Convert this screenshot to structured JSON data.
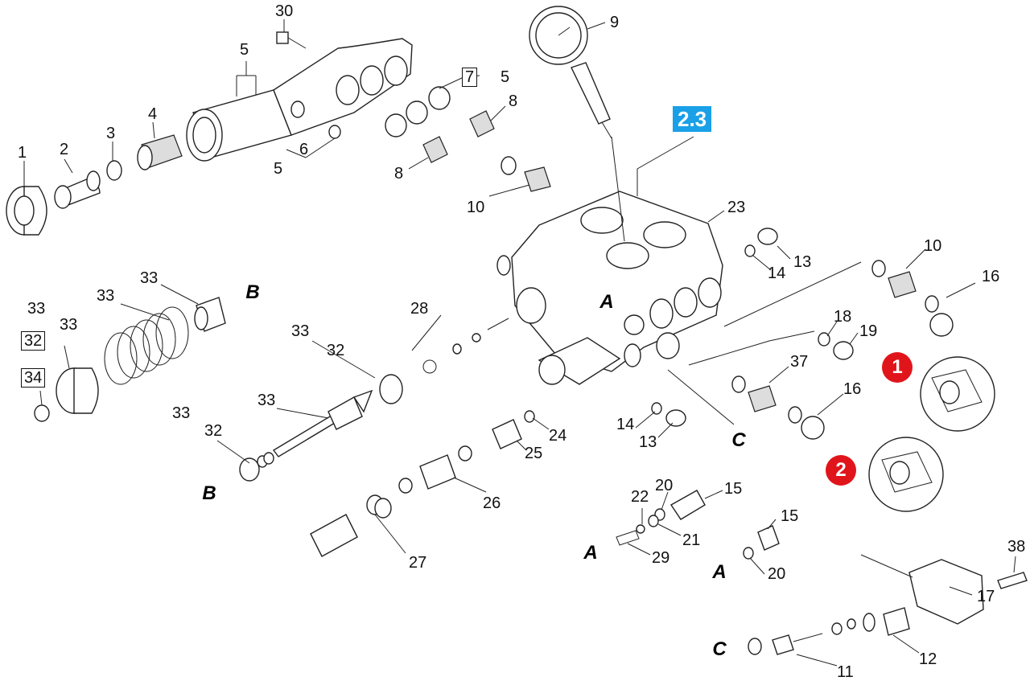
{
  "callouts": [
    {
      "id": "c1",
      "text": "1"
    },
    {
      "id": "c2",
      "text": "2"
    },
    {
      "id": "c3",
      "text": "3"
    },
    {
      "id": "c4",
      "text": "4"
    },
    {
      "id": "c5a",
      "text": "5"
    },
    {
      "id": "c30",
      "text": "30"
    },
    {
      "id": "c6",
      "text": "6"
    },
    {
      "id": "c5b",
      "text": "5"
    },
    {
      "id": "c5c",
      "text": "5"
    },
    {
      "id": "c8a",
      "text": "8"
    },
    {
      "id": "c8b",
      "text": "8"
    },
    {
      "id": "c10a",
      "text": "10"
    },
    {
      "id": "c9",
      "text": "9"
    },
    {
      "id": "c23",
      "text": "23"
    },
    {
      "id": "c13a",
      "text": "13"
    },
    {
      "id": "c14a",
      "text": "14"
    },
    {
      "id": "c10b",
      "text": "10"
    },
    {
      "id": "c16a",
      "text": "16"
    },
    {
      "id": "c18",
      "text": "18"
    },
    {
      "id": "c19",
      "text": "19"
    },
    {
      "id": "c37",
      "text": "37"
    },
    {
      "id": "c16b",
      "text": "16"
    },
    {
      "id": "c33a",
      "text": "33"
    },
    {
      "id": "c33b",
      "text": "33"
    },
    {
      "id": "c33c",
      "text": "33"
    },
    {
      "id": "c33d",
      "text": "33"
    },
    {
      "id": "c33e",
      "text": "33"
    },
    {
      "id": "c33f",
      "text": "33"
    },
    {
      "id": "c32a",
      "text": "32"
    },
    {
      "id": "c32c",
      "text": "32"
    },
    {
      "id": "c33g",
      "text": "33"
    },
    {
      "id": "c28",
      "text": "28"
    },
    {
      "id": "c24",
      "text": "24"
    },
    {
      "id": "c25",
      "text": "25"
    },
    {
      "id": "c26",
      "text": "26"
    },
    {
      "id": "c27",
      "text": "27"
    },
    {
      "id": "c14b",
      "text": "14"
    },
    {
      "id": "c13b",
      "text": "13"
    },
    {
      "id": "c22",
      "text": "22"
    },
    {
      "id": "c20a",
      "text": "20"
    },
    {
      "id": "c15a",
      "text": "15"
    },
    {
      "id": "c21",
      "text": "21"
    },
    {
      "id": "c29",
      "text": "29"
    },
    {
      "id": "c15b",
      "text": "15"
    },
    {
      "id": "c20b",
      "text": "20"
    },
    {
      "id": "c38",
      "text": "38"
    },
    {
      "id": "c17",
      "text": "17"
    },
    {
      "id": "c12",
      "text": "12"
    },
    {
      "id": "c11",
      "text": "11"
    }
  ],
  "boxed_callouts": [
    {
      "id": "b7",
      "text": "7"
    },
    {
      "id": "b32",
      "text": "32"
    },
    {
      "id": "b34",
      "text": "34"
    }
  ],
  "connection_refs": [
    {
      "id": "rA1",
      "text": "A"
    },
    {
      "id": "rA2",
      "text": "A"
    },
    {
      "id": "rA3",
      "text": "A"
    },
    {
      "id": "rB1",
      "text": "B"
    },
    {
      "id": "rB2",
      "text": "B"
    },
    {
      "id": "rC1",
      "text": "C"
    },
    {
      "id": "rC2",
      "text": "C"
    }
  ],
  "section_ref": {
    "text": "2.3",
    "color": "#1aa0e6"
  },
  "detail_markers": [
    {
      "id": "m1",
      "text": "1",
      "color": "#e0151b"
    },
    {
      "id": "m2",
      "text": "2",
      "color": "#e0151b"
    }
  ]
}
